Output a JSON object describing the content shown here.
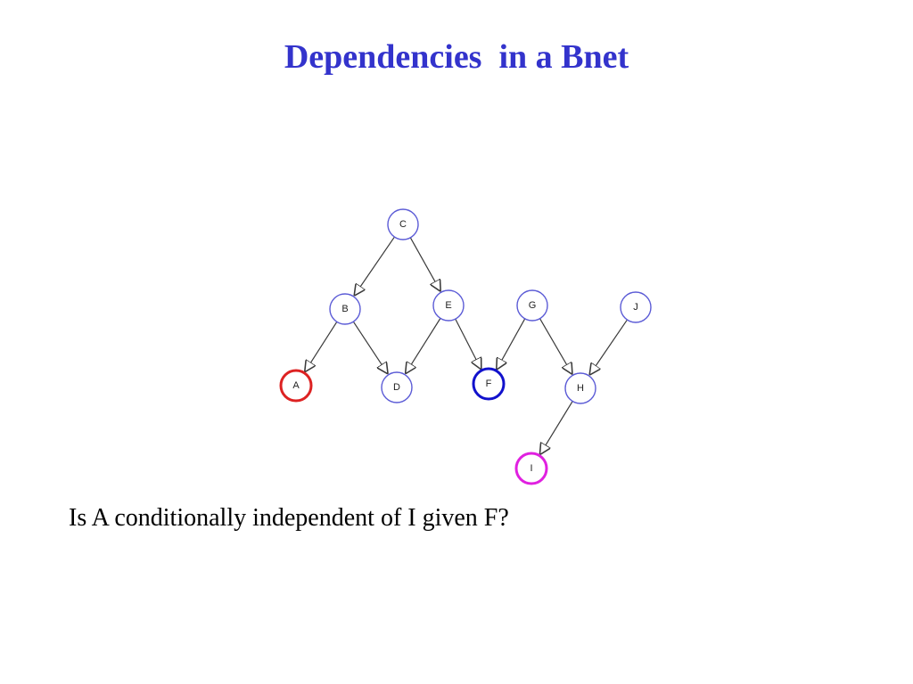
{
  "slide": {
    "title": "Dependencies  in a Bnet",
    "title_color": "#3333cc",
    "question": "Is A conditionally independent of I given F?"
  },
  "graph": {
    "node_default_color": "#5b5bd6",
    "nodes": [
      {
        "id": "C",
        "label": "C"
      },
      {
        "id": "B",
        "label": "B"
      },
      {
        "id": "E",
        "label": "E"
      },
      {
        "id": "G",
        "label": "G"
      },
      {
        "id": "J",
        "label": "J"
      },
      {
        "id": "A",
        "label": "A",
        "color": "#dd2222",
        "emphasis": true
      },
      {
        "id": "D",
        "label": "D"
      },
      {
        "id": "F",
        "label": "F",
        "color": "#1111cc",
        "emphasis": true
      },
      {
        "id": "H",
        "label": "H"
      },
      {
        "id": "I",
        "label": "I",
        "color": "#e020e0",
        "emphasis": true
      }
    ],
    "edges": [
      {
        "from": "C",
        "to": "B"
      },
      {
        "from": "C",
        "to": "E"
      },
      {
        "from": "B",
        "to": "A"
      },
      {
        "from": "B",
        "to": "D"
      },
      {
        "from": "E",
        "to": "D"
      },
      {
        "from": "E",
        "to": "F"
      },
      {
        "from": "G",
        "to": "F"
      },
      {
        "from": "G",
        "to": "H"
      },
      {
        "from": "J",
        "to": "H"
      },
      {
        "from": "H",
        "to": "I"
      }
    ]
  }
}
